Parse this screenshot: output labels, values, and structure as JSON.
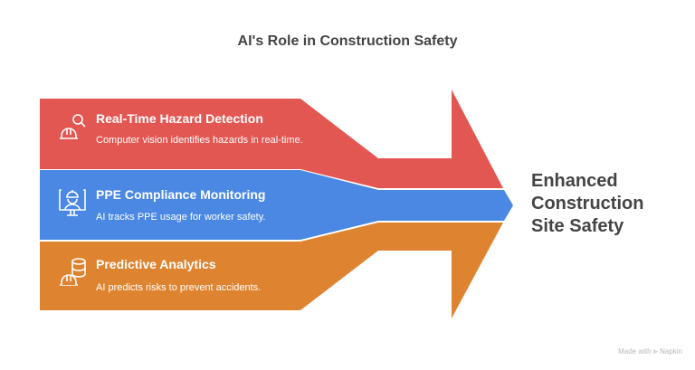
{
  "title": "AI's Role in Construction Safety",
  "items": [
    {
      "heading": "Real-Time Hazard Detection",
      "description": "Computer vision identifies hazards in real-time.",
      "icon": "hardhat-search-icon",
      "color": "#E35753"
    },
    {
      "heading": "PPE Compliance Monitoring",
      "description": "AI tracks PPE usage for worker safety.",
      "icon": "worker-monitor-icon",
      "color": "#4A88E3"
    },
    {
      "heading": "Predictive Analytics",
      "description": "AI predicts risks to prevent accidents.",
      "icon": "hardhat-database-icon",
      "color": "#DE8431"
    }
  ],
  "outcome": {
    "line1": "Enhanced",
    "line2": "Construction",
    "line3": "Site Safety"
  },
  "footer": {
    "made_with": "Made with",
    "brand": "Napkin"
  }
}
